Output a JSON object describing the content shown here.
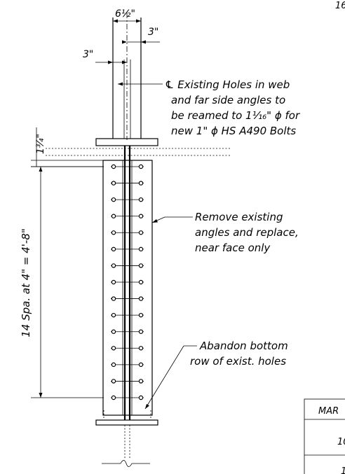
{
  "corner_label": "16",
  "dimensions": {
    "top_width": "6½\"",
    "right_offset": "3\"",
    "left_offset": "3\"",
    "flange_thickness": "1¾\"",
    "vertical_spacing": "14 Spa. at 4\" = 4'-8\""
  },
  "notes": {
    "holes": [
      "℄ Existing Holes in web",
      "and far side angles to",
      "be reamed to 1¹⁄₁₆\" ϕ for",
      "new 1\" ϕ HS A490 Bolts"
    ],
    "angles": [
      "Remove existing",
      "angles and replace,",
      "near face only"
    ],
    "bottom": [
      "Abandon bottom",
      "row of exist. holes"
    ]
  },
  "table": {
    "header": "MAR",
    "row1": "10",
    "row2": "1"
  },
  "bolt_rows": 15
}
